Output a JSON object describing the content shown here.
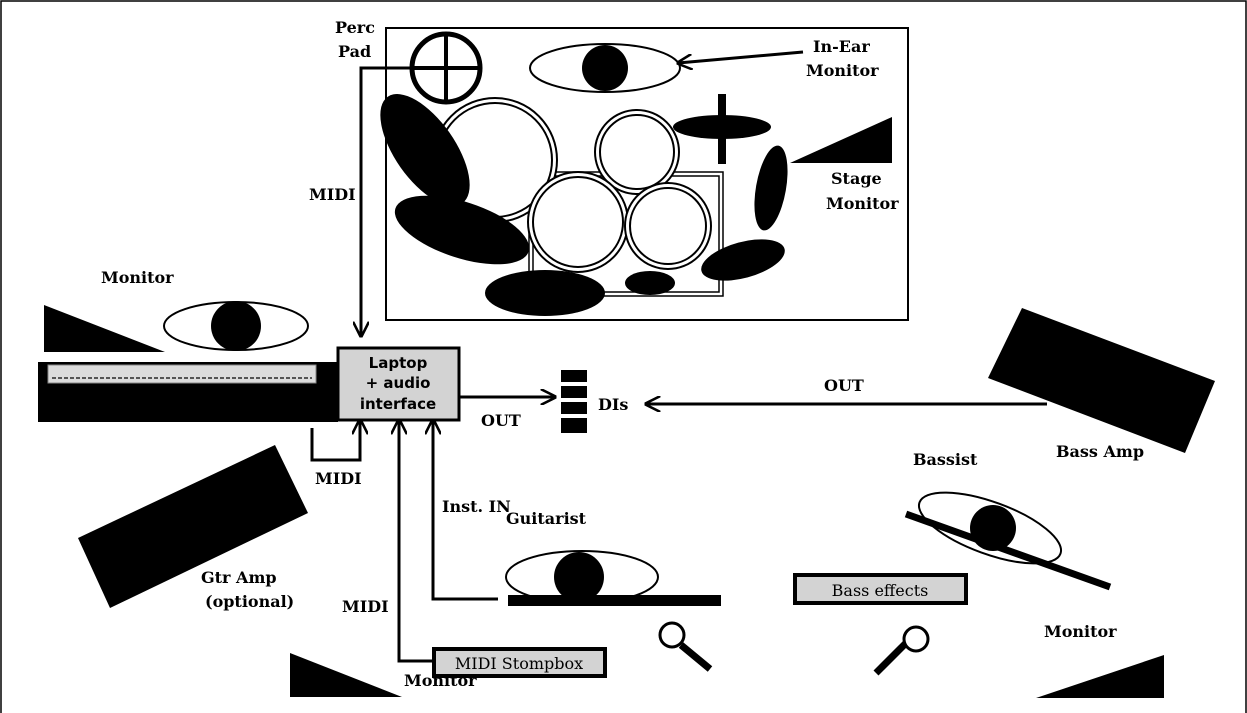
{
  "labels": {
    "perc_pad_1": "Perc",
    "perc_pad_2": "Pad",
    "in_ear_1": "In-Ear",
    "in_ear_2": "Monitor",
    "stage_monitor_1": "Stage",
    "stage_monitor_2": "Monitor",
    "midi_pad": "MIDI",
    "monitor_keys": "Monitor",
    "laptop_1": "Laptop",
    "laptop_2": "+ audio",
    "laptop_3": "interface",
    "out_laptop": "OUT",
    "dis": "DIs",
    "out_bass": "OUT",
    "bass_amp": "Bass Amp",
    "bassist": "Bassist",
    "midi_keys": "MIDI",
    "inst_in": "Inst. IN",
    "guitarist": "Guitarist",
    "gtr_amp_1": "Gtr Amp",
    "gtr_amp_2": "(optional)",
    "midi_stomp_wire": "MIDI",
    "midi_stompbox": "MIDI Stompbox",
    "bass_effects": "Bass effects",
    "monitor_guitar": "Monitor",
    "monitor_bass": "Monitor"
  }
}
